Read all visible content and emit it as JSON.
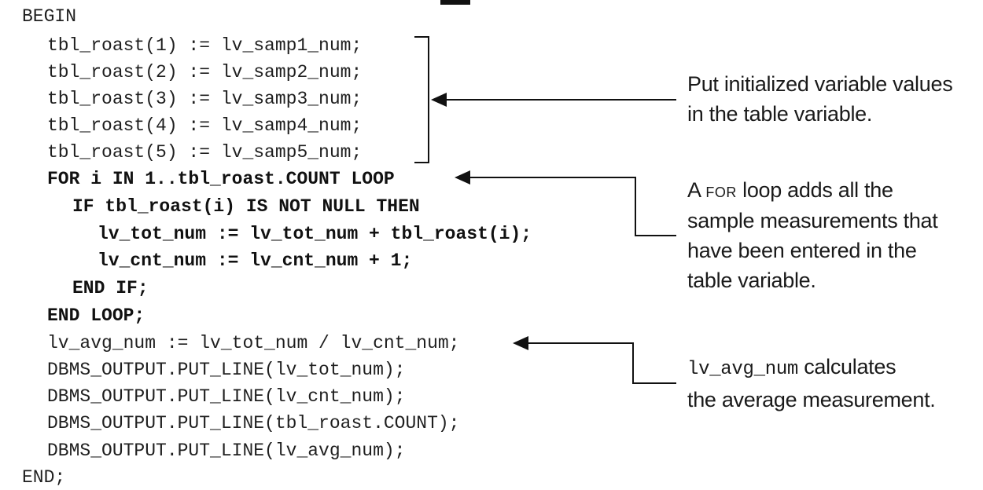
{
  "code": {
    "lines": [
      "BEGIN",
      "tbl_roast(1) := lv_samp1_num;",
      "tbl_roast(2) := lv_samp2_num;",
      "tbl_roast(3) := lv_samp3_num;",
      "tbl_roast(4) := lv_samp4_num;",
      "tbl_roast(5) := lv_samp5_num;",
      "FOR i IN 1..tbl_roast.COUNT LOOP",
      "IF tbl_roast(i) IS NOT NULL THEN",
      "lv_tot_num := lv_tot_num + tbl_roast(i);",
      "lv_cnt_num := lv_cnt_num + 1;",
      "END IF;",
      "END LOOP;",
      "lv_avg_num := lv_tot_num / lv_cnt_num;",
      "DBMS_OUTPUT.PUT_LINE(lv_tot_num);",
      "DBMS_OUTPUT.PUT_LINE(lv_cnt_num);",
      "DBMS_OUTPUT.PUT_LINE(tbl_roast.COUNT);",
      "DBMS_OUTPUT.PUT_LINE(lv_avg_num);",
      "END;"
    ]
  },
  "callouts": {
    "table_init": {
      "line1": "Put initialized variable values",
      "line2": "in the table variable."
    },
    "for_loop": {
      "prefix": "A ",
      "keyword": "FOR",
      "line1_rest": " loop adds all the",
      "line2": "sample measurements that",
      "line3": "have been entered in the",
      "line4": "table variable."
    },
    "average": {
      "code_term": "lv_avg_num",
      "line1_rest": " calculates",
      "line2": "the average measurement."
    }
  }
}
